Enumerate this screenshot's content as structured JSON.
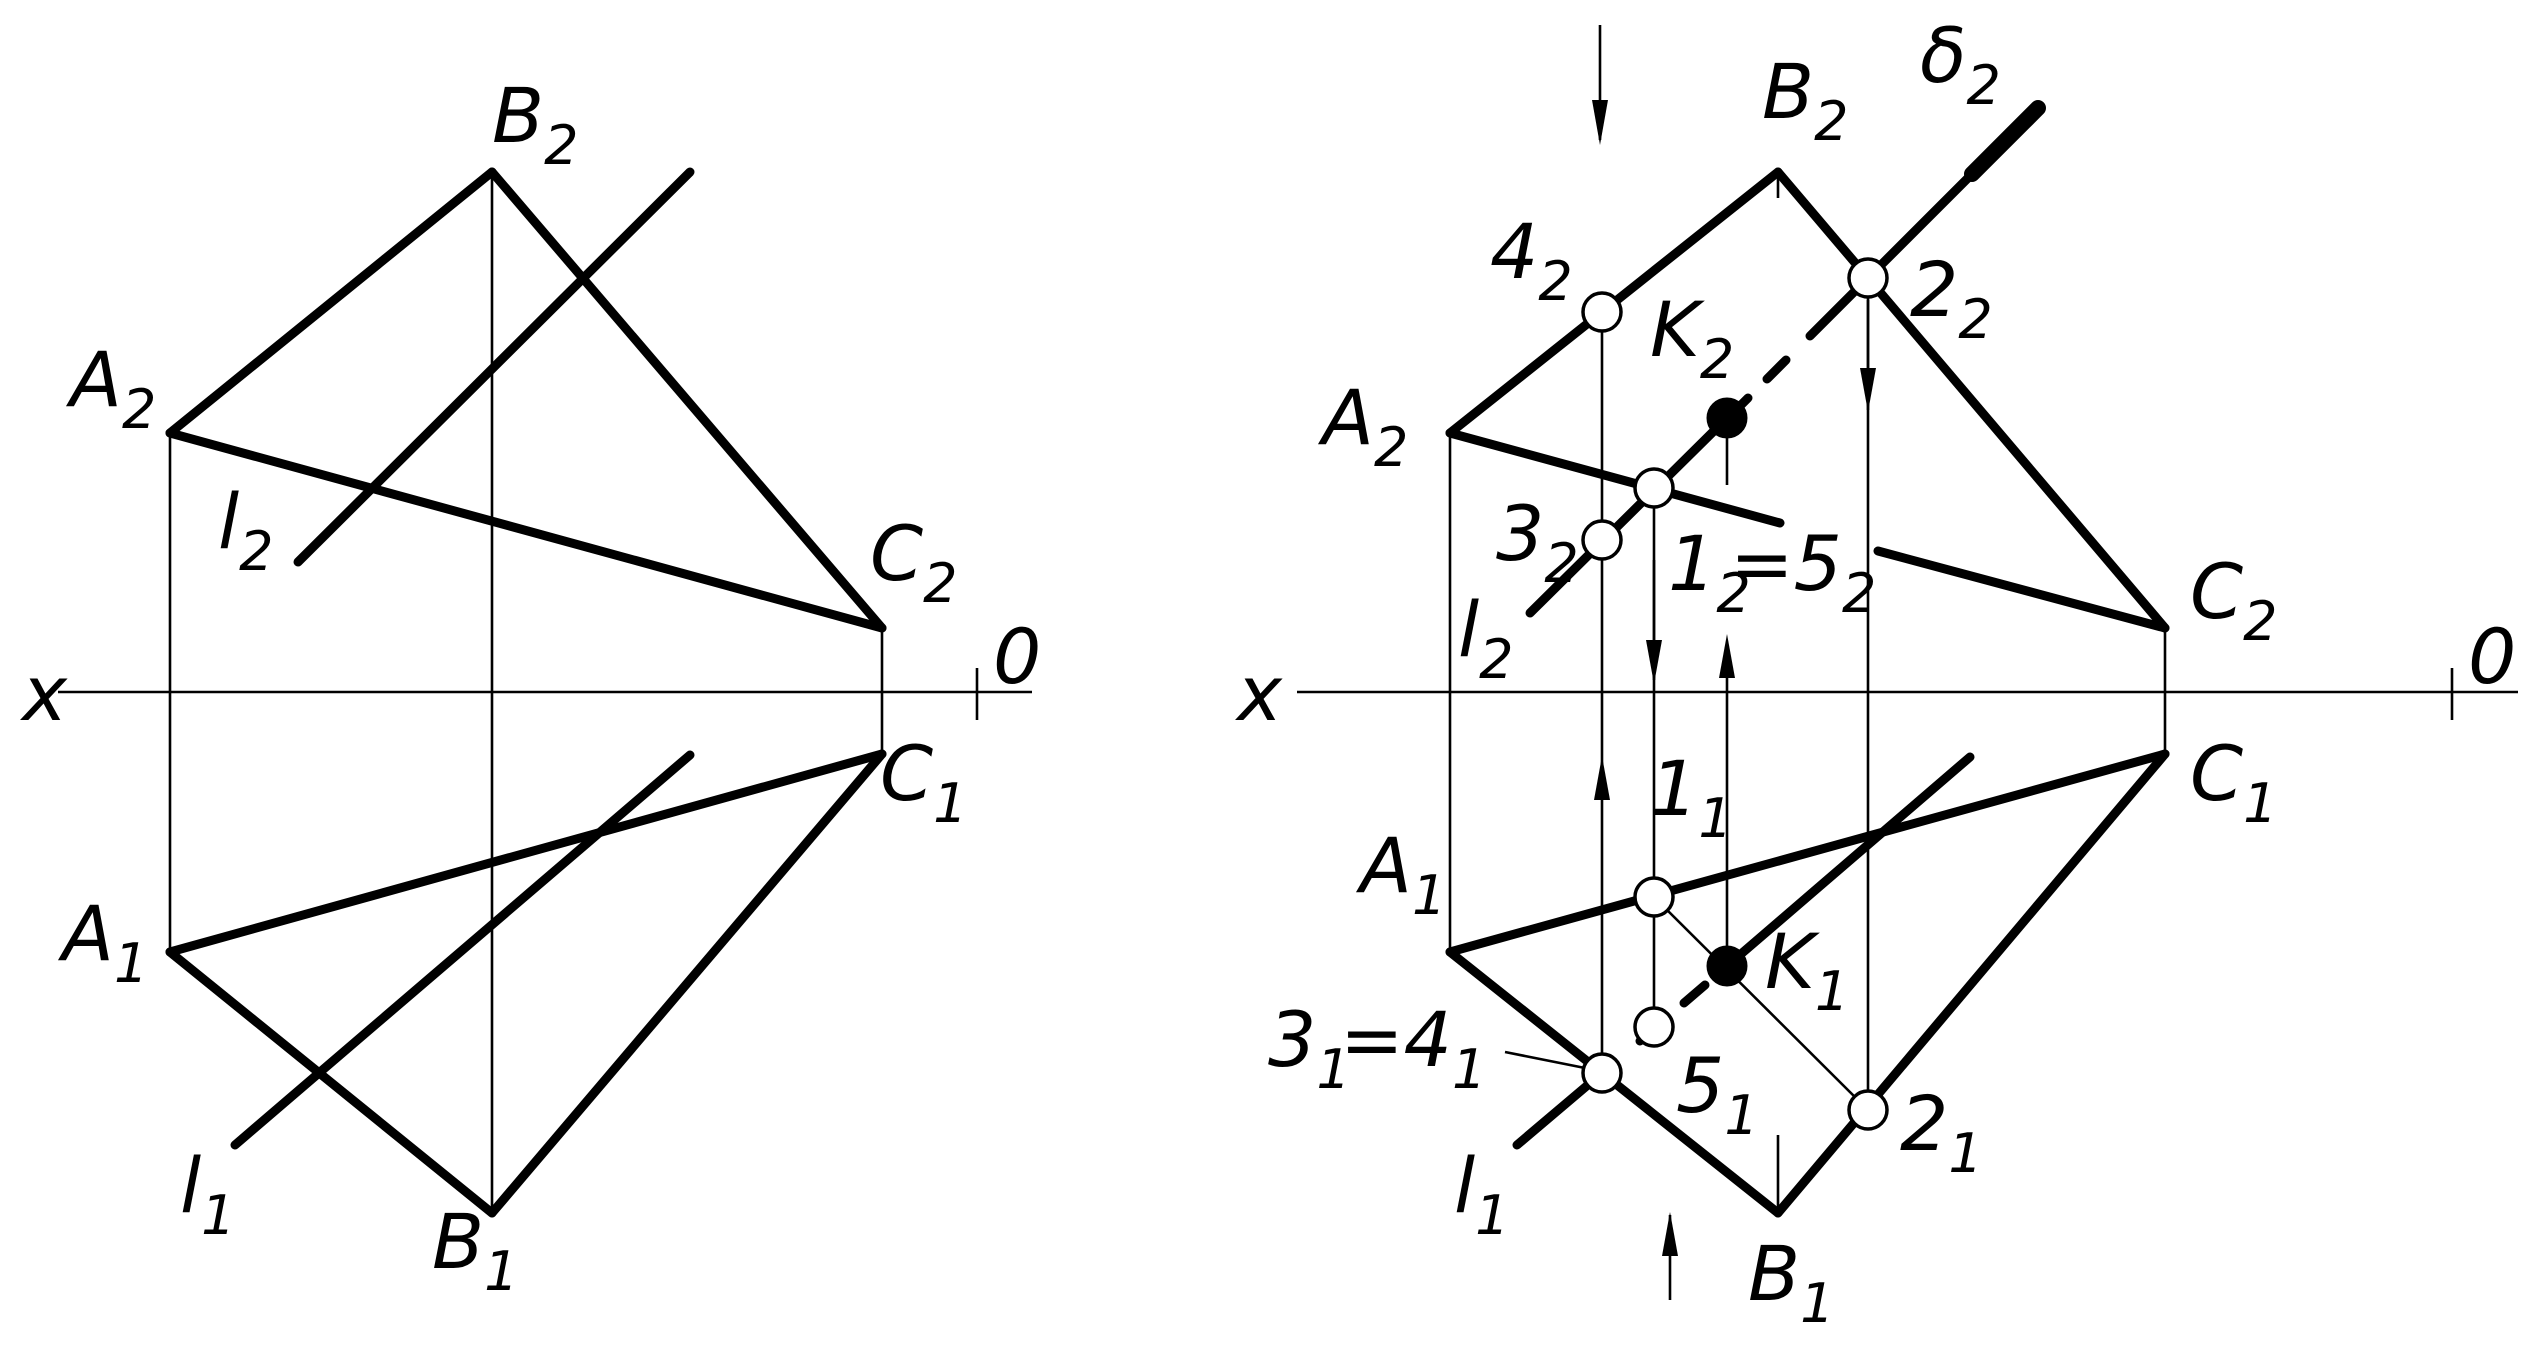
{
  "colors": {
    "ink": "#000000",
    "paper": "#ffffff"
  },
  "left": {
    "axis": {
      "x": "x",
      "o": "0"
    },
    "points": {
      "B2": {
        "main": "B",
        "sub": "2"
      },
      "A2": {
        "main": "A",
        "sub": "2"
      },
      "C2": {
        "main": "C",
        "sub": "2"
      },
      "l2": {
        "main": "l",
        "sub": "2"
      },
      "A1": {
        "main": "A",
        "sub": "1"
      },
      "C1": {
        "main": "C",
        "sub": "1"
      },
      "l1": {
        "main": "l",
        "sub": "1"
      },
      "B1": {
        "main": "B",
        "sub": "1"
      }
    }
  },
  "right": {
    "axis": {
      "x": "x",
      "o": "0"
    },
    "points": {
      "B2": {
        "main": "B",
        "sub": "2"
      },
      "delta2": {
        "main": "δ",
        "sub": "2"
      },
      "p42": {
        "main": "4",
        "sub": "2"
      },
      "K2": {
        "main": "K",
        "sub": "2"
      },
      "p22": {
        "main": "2",
        "sub": "2"
      },
      "A2": {
        "main": "A",
        "sub": "2"
      },
      "p32": {
        "main": "3",
        "sub": "2"
      },
      "p12": {
        "main": "1",
        "sub": "2"
      },
      "eq52": {
        "main": "=5",
        "sub": "2"
      },
      "l2": {
        "main": "l",
        "sub": "2"
      },
      "C2": {
        "main": "C",
        "sub": "2"
      },
      "C1": {
        "main": "C",
        "sub": "1"
      },
      "p11": {
        "main": "1",
        "sub": "1"
      },
      "A1": {
        "main": "A",
        "sub": "1"
      },
      "K1": {
        "main": "K",
        "sub": "1"
      },
      "p31": {
        "main": "3",
        "sub": "1"
      },
      "eq41": {
        "main": "=4",
        "sub": "1"
      },
      "p51": {
        "main": "5",
        "sub": "1"
      },
      "p21": {
        "main": "2",
        "sub": "1"
      },
      "l1": {
        "main": "l",
        "sub": "1"
      },
      "B1": {
        "main": "B",
        "sub": "1"
      }
    }
  }
}
